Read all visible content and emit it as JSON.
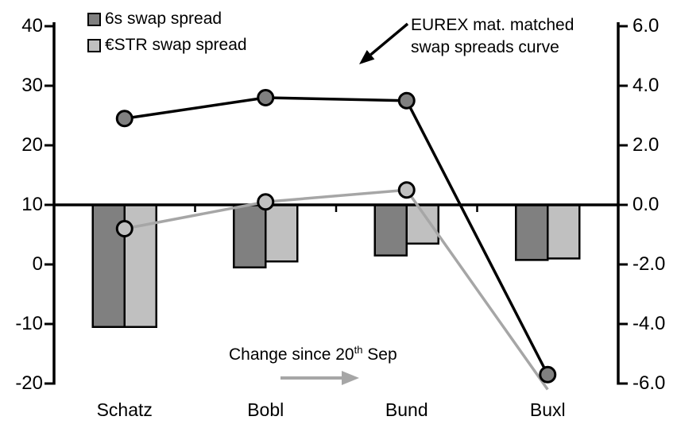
{
  "legend": {
    "items": [
      {
        "label": "6s swap spread",
        "color": "#808080"
      },
      {
        "label": "€STR swap spread",
        "color": "#c0c0c0"
      }
    ]
  },
  "annotations": {
    "curve_note": "EUREX mat. matched\nswap spreads curve",
    "change_prefix": "Change since 20",
    "change_sup": "th",
    "change_suffix": " Sep"
  },
  "colors": {
    "dark_gray": "#808080",
    "light_gray": "#c0c0c0",
    "line_black": "#000000",
    "line_gray": "#a6a6a6",
    "arrow_gray": "#a6a6a6",
    "axis_black": "#000000"
  },
  "chart_data": {
    "type": "bar",
    "subtype": "combo-bar-line",
    "categories": [
      "Schatz",
      "Bobl",
      "Bund",
      "Buxl"
    ],
    "left_axis": {
      "min": -20,
      "max": 40,
      "ticks": [
        40,
        30,
        20,
        10,
        0,
        -10,
        -20
      ],
      "tick_labels": [
        "40",
        "30",
        "20",
        "10",
        "0",
        "-10",
        "-20"
      ]
    },
    "right_axis": {
      "min": -6.0,
      "max": 6.0,
      "ticks": [
        6.0,
        4.0,
        2.0,
        0.0,
        -2.0,
        -4.0,
        -6.0
      ],
      "tick_labels": [
        "6.0",
        "4.0",
        "2.0",
        "0.0",
        "-2.0",
        "-4.0",
        "-6.0"
      ]
    },
    "baseline": {
      "left_value": 10,
      "right_value": 0.0
    },
    "grid": false,
    "legend_position": "top-left",
    "line_series": [
      {
        "name": "6s swap spread curve (EUREX mat. matched)",
        "axis": "left",
        "color": "#000000",
        "marker_fill": "#808080",
        "values": [
          24.5,
          28.0,
          27.5,
          -18.5
        ],
        "markers": [
          true,
          true,
          true,
          true
        ]
      },
      {
        "name": "€STR swap spread curve (EUREX mat. matched)",
        "axis": "left",
        "color": "#a6a6a6",
        "marker_fill": "#c0c0c0",
        "values": [
          6.0,
          10.5,
          12.5,
          -21.0
        ],
        "markers": [
          true,
          true,
          true,
          false
        ]
      }
    ],
    "bar_series": [
      {
        "name": "6s swap spread (change since 20th Sep)",
        "axis": "right",
        "color": "#808080",
        "values": [
          -4.1,
          -2.1,
          -1.7,
          -1.85
        ]
      },
      {
        "name": "€STR swap spread (change since 20th Sep)",
        "axis": "right",
        "color": "#c0c0c0",
        "values": [
          -4.1,
          -1.9,
          -1.3,
          -1.8
        ]
      }
    ]
  }
}
